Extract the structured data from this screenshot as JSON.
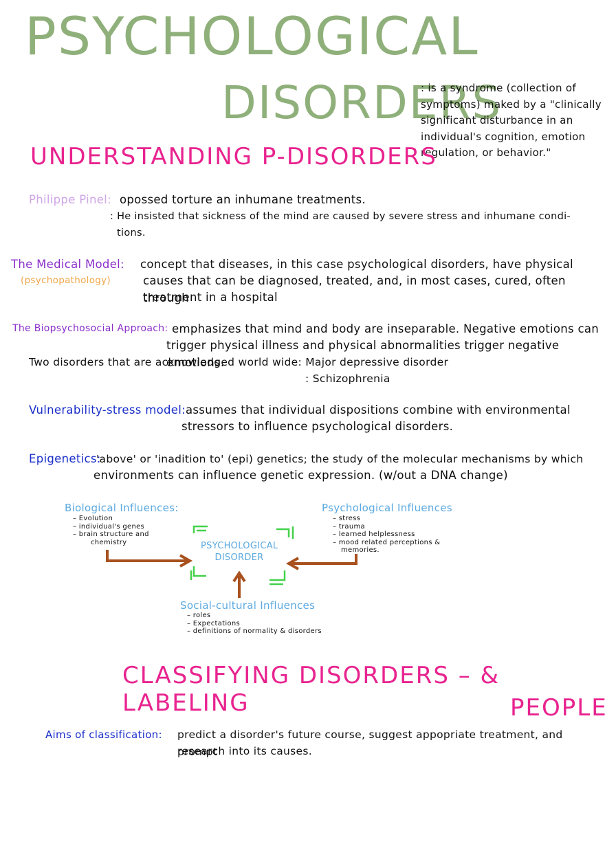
{
  "title": {
    "line1": "PSYCHOLOGICAL",
    "line2": "DISORDERS"
  },
  "definition": ": is a syndrome (collection of symptoms) maked by a \"clinically significant disturbance in an individual's cognition, emotion regulation, or behavior.\"",
  "sections": {
    "understanding": "UNDERSTANDING P-DISORDERS",
    "classifying": "CLASSIFYING DISORDERS – & LABELING",
    "classifying_line2": "PEOPLE"
  },
  "pinel": {
    "label": "Philippe Pinel:",
    "line1": "opossed torture an inhumane treatments.",
    "line2": ": He insisted that sickness of the mind are caused by severe stress and inhumane condi-",
    "line3": "tions."
  },
  "medical": {
    "label": "The Medical Model:",
    "sublabel": "(psychopathology)",
    "line1": "concept that diseases, in this case psychological disorders, have physical",
    "line2": "causes that can be diagnosed, treated, and, in most cases, cured, often through",
    "line3": "treatment in a hospital"
  },
  "biopsych": {
    "label": "The Biopsychosocial Approach:",
    "line1": "emphasizes that mind and body are inseparable. Negative emotions can",
    "line2": "trigger physical illness and physical abnormalities trigger negative emotions.",
    "line3": "Two disorders that are acknowledged world wide: Major depressive disorder",
    "line4": ": Schizophrenia"
  },
  "vulnerability": {
    "label": "Vulnerability-stress model:",
    "line1": "assumes that individual dispositions combine with environmental",
    "line2": "stressors to influence psychological disorders."
  },
  "epigenetics": {
    "label": "Epigenetics:",
    "line1": "'above' or 'inadition to' (epi) genetics; the study of the molecular mechanisms by which",
    "line2": "environments can influence genetic expression. (w/out a DNA change)"
  },
  "diagram": {
    "center": "PSYCHOLOGICAL DISORDER",
    "biological": {
      "title": "Biological Influences:",
      "items": [
        "– Evolution",
        "– individual's genes",
        "– brain structure and",
        "chemistry"
      ]
    },
    "psychological": {
      "title": "Psychological Influences",
      "items": [
        "– stress",
        "– trauma",
        "– learned helplessness",
        "– mood related perceptions &",
        "memories."
      ]
    },
    "social": {
      "title": "Social-cultural Influences",
      "items": [
        "– roles",
        "– Expectations",
        "– definitions of normality & disorders"
      ]
    },
    "colors": {
      "arrow": "#a8501e",
      "box": "#44d14a",
      "text": "#5ba9e0"
    }
  },
  "aims": {
    "label": "Aims of classification:",
    "line1": "predict a disorder's future course, suggest appopriate treatment, and prompt",
    "line2": "research into its causes."
  }
}
